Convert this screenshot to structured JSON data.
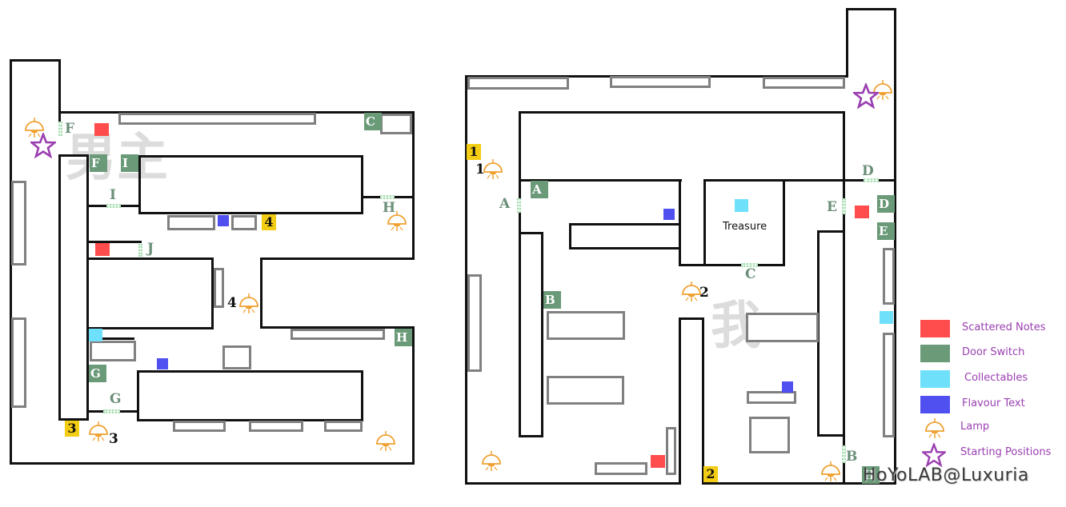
{
  "maps": {
    "left": {
      "watermark": "男主",
      "door_switches": [
        "F",
        "I",
        "C",
        "H",
        "G"
      ],
      "door_labels": [
        "F",
        "I",
        "J",
        "H",
        "G"
      ],
      "lamp_numbers": [
        "4",
        "3"
      ],
      "badges": [
        "4",
        "3"
      ]
    },
    "right": {
      "watermark": "我",
      "treasure_label": "Treasure",
      "door_switches": [
        "A",
        "D",
        "E",
        "B",
        "H"
      ],
      "door_labels": [
        "A",
        "D",
        "E",
        "C",
        "B"
      ],
      "lamp_numbers": [
        "1",
        "2"
      ],
      "badges": [
        "1",
        "2"
      ]
    }
  },
  "legend": [
    {
      "label": "Scattered Notes",
      "color": "#ff4d4d",
      "icon": "red-square"
    },
    {
      "label": "Door Switch",
      "color": "#6a9a78",
      "icon": "green-square"
    },
    {
      "label": "Collectables",
      "color": "#6ee0fa",
      "icon": "cyan-square"
    },
    {
      "label": "Flavour Text",
      "color": "#5050f0",
      "icon": "blue-square"
    },
    {
      "label": "Lamp",
      "color": "#f0a030",
      "icon": "lamp-icon"
    },
    {
      "label": "Starting Positions",
      "color": "#9a3fb0",
      "icon": "star-icon"
    }
  ],
  "credit": "HoYoLAB@Luxuria"
}
